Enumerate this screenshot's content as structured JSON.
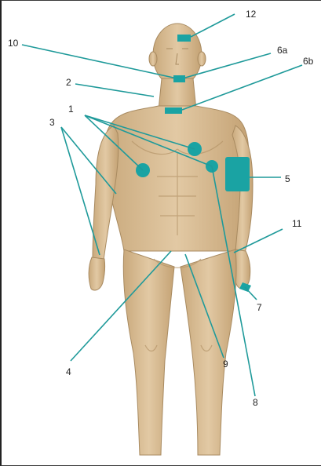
{
  "diagram": {
    "colors": {
      "skin": "#d8bd97",
      "skin_shadow": "#b49468",
      "skin_highlight": "#ead3b0",
      "marker": "#1aa3a3",
      "leader": "#1f9a9a"
    },
    "callouts": [
      {
        "id": "1",
        "label": "1"
      },
      {
        "id": "2",
        "label": "2"
      },
      {
        "id": "3",
        "label": "3"
      },
      {
        "id": "4",
        "label": "4"
      },
      {
        "id": "5",
        "label": "5"
      },
      {
        "id": "6a",
        "label": "6a"
      },
      {
        "id": "6b",
        "label": "6b"
      },
      {
        "id": "7",
        "label": "7"
      },
      {
        "id": "8",
        "label": "8"
      },
      {
        "id": "9",
        "label": "9"
      },
      {
        "id": "10",
        "label": "10"
      },
      {
        "id": "11",
        "label": "11"
      },
      {
        "id": "12",
        "label": "12"
      }
    ]
  }
}
